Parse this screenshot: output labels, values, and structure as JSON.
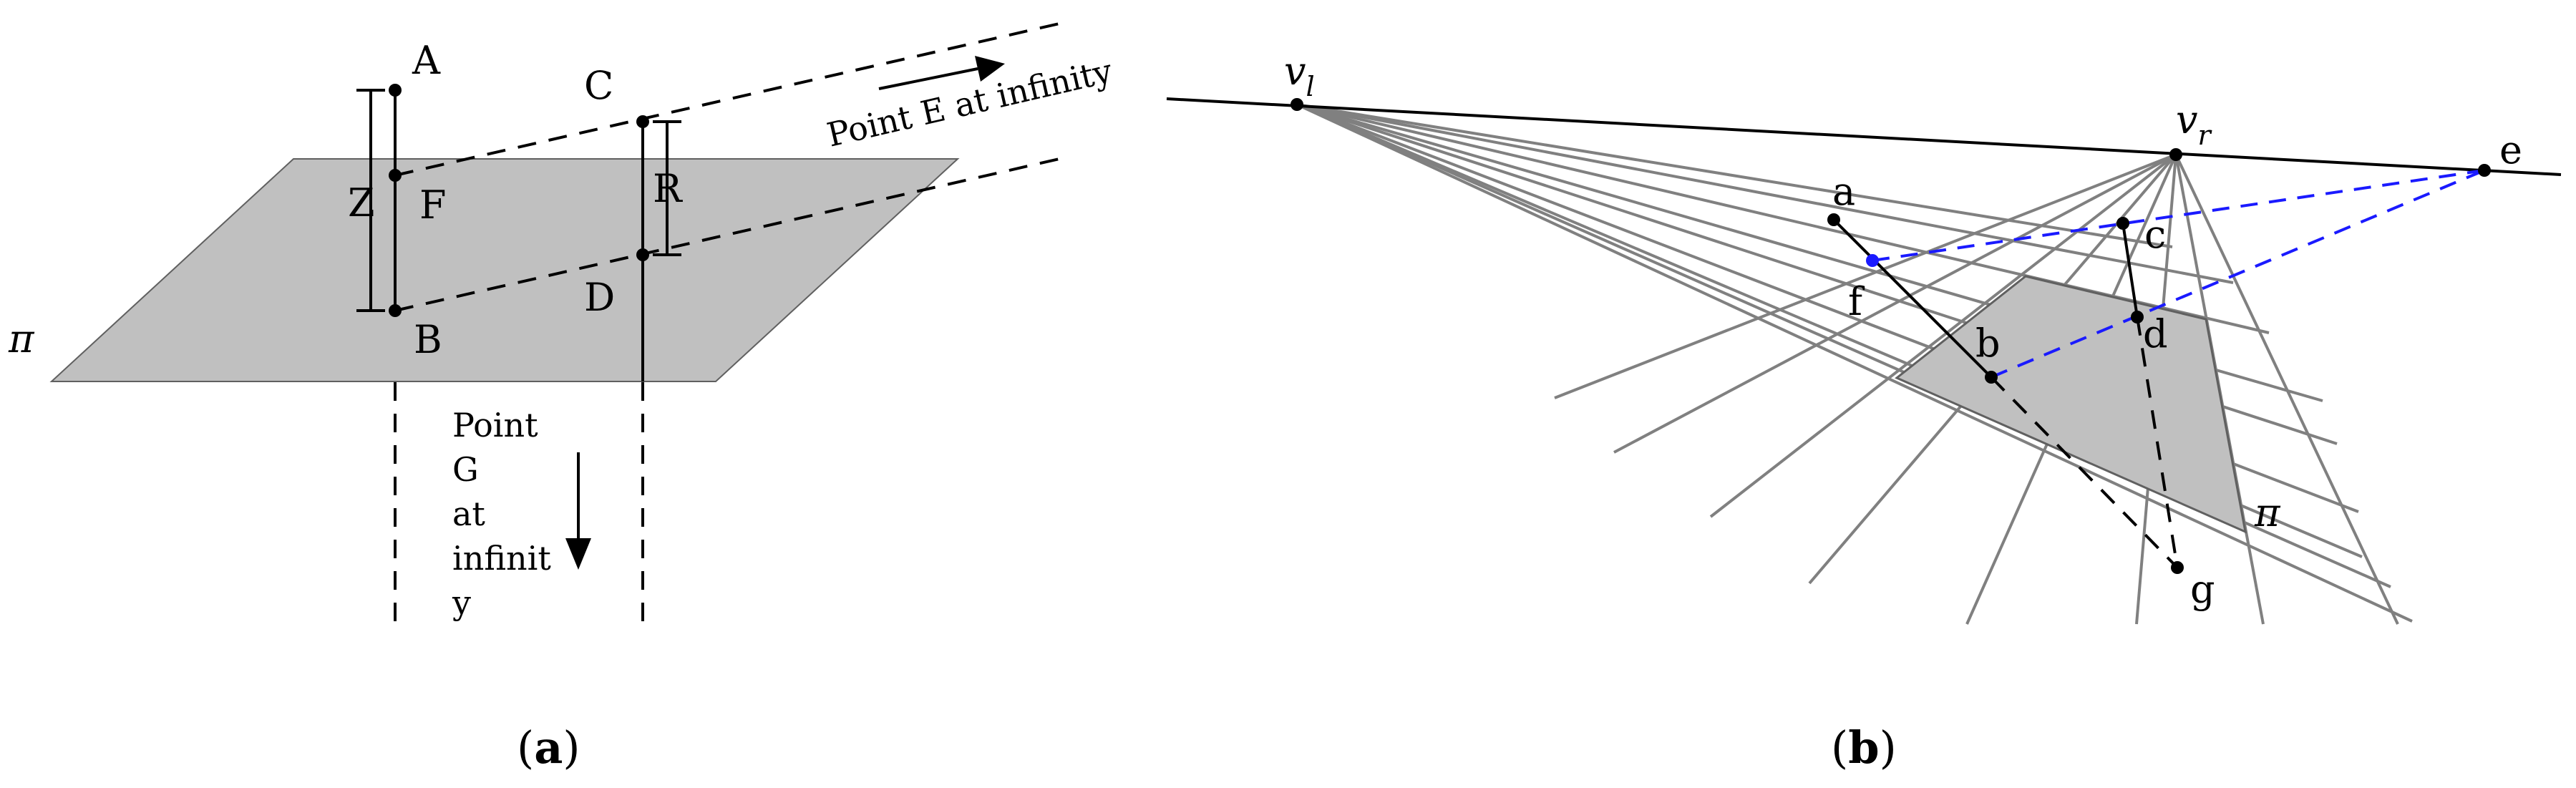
{
  "panel_a": {
    "caption": {
      "open": "(",
      "letter": "a",
      "close": ")"
    },
    "plane_label": "π",
    "points": {
      "A": "A",
      "B": "B",
      "C": "C",
      "D": "D",
      "F": "F"
    },
    "measures": {
      "Z": "Z",
      "R": "R"
    },
    "note_e": "Point E at infinity",
    "note_g_lines": [
      "Point",
      "G",
      "at",
      "infinit",
      "y"
    ]
  },
  "panel_b": {
    "caption": {
      "open": "(",
      "letter": "b",
      "close": ")"
    },
    "plane_label": "π",
    "vl": {
      "base": "v",
      "sub": "l"
    },
    "vr": {
      "base": "v",
      "sub": "r"
    },
    "points": {
      "a": "a",
      "b": "b",
      "c": "c",
      "d": "d",
      "e": "e",
      "f": "f",
      "g": "g"
    }
  },
  "colors": {
    "ink": "#000000",
    "plane_fill": "#c0c0c0",
    "ray_gray": "#808080",
    "accent_blue": "#1a1aff"
  }
}
